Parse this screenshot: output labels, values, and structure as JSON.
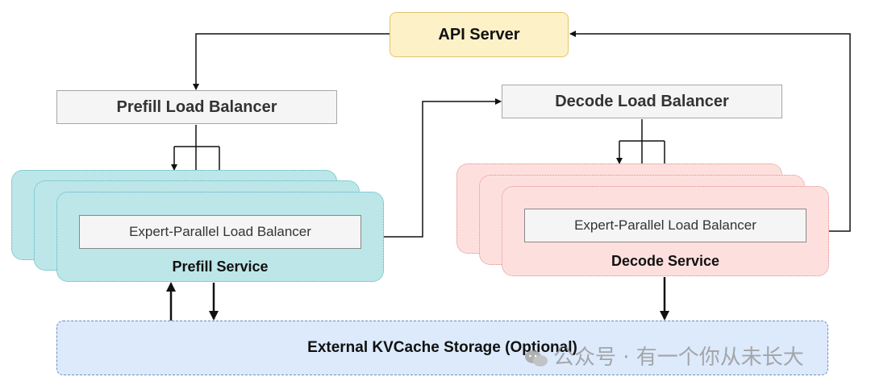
{
  "api_server": {
    "label": "API Server"
  },
  "prefill_load_balancer": {
    "label": "Prefill Load Balancer"
  },
  "decode_load_balancer": {
    "label": "Decode Load Balancer"
  },
  "prefill_service": {
    "label": "Prefill Service",
    "inner_label": "Expert-Parallel Load Balancer"
  },
  "decode_service": {
    "label": "Decode Service",
    "inner_label": "Expert-Parallel Load Balancer"
  },
  "kvcache_storage": {
    "label": "External KVCache Storage (Optional)"
  },
  "watermark": {
    "text": "公众号 · 有一个你从未长大"
  },
  "colors": {
    "api_fill": "#fdf1c8",
    "prefill_fill": "#bde6e8",
    "decode_fill": "#fde0de",
    "storage_fill": "#dceafc",
    "lb_fill": "#f5f5f5"
  }
}
